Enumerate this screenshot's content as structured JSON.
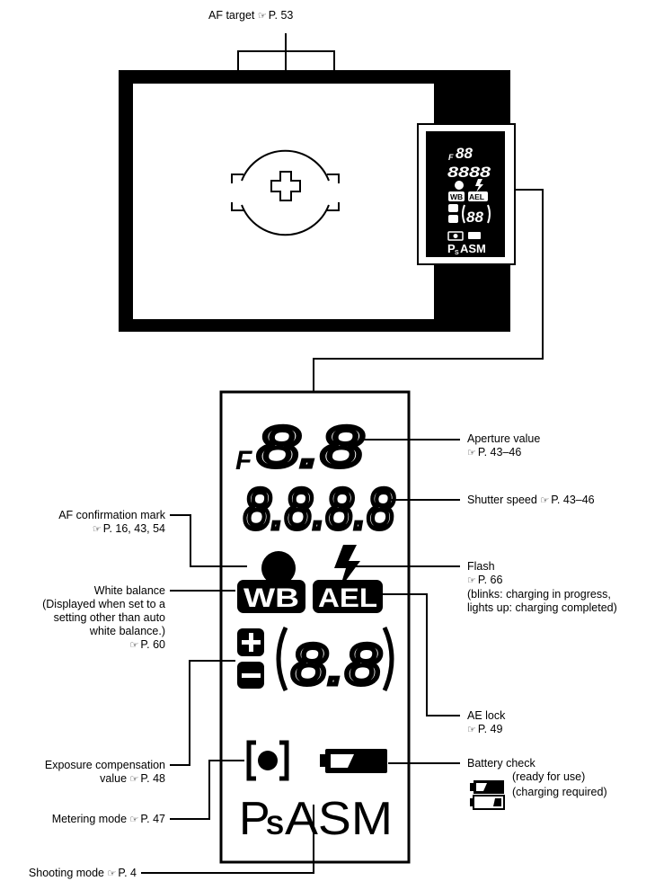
{
  "ref_symbol": "☞",
  "af_target": {
    "title": "AF target",
    "page": "P. 53"
  },
  "labels": {
    "aperture": {
      "title": "Aperture value",
      "page": "P. 43–46"
    },
    "shutter": {
      "title": "Shutter speed",
      "page": "P. 43–46"
    },
    "flash": {
      "title": "Flash",
      "page": "P. 66",
      "note1": "(blinks: charging in progress,",
      "note2": "lights up: charging completed)"
    },
    "ae_lock": {
      "title": "AE lock",
      "page": "P. 49"
    },
    "battery": {
      "title": "Battery check",
      "ready": "(ready for use)",
      "charging": "(charging required)"
    },
    "af_confirm": {
      "title": "AF confirmation mark",
      "page": "P. 16, 43, 54"
    },
    "white_balance": {
      "title": "White balance",
      "l2": "(Displayed when set to a",
      "l3": "setting other than auto",
      "l4": "white balance.)",
      "page": "P. 60"
    },
    "exposure": {
      "title": "Exposure compensation",
      "l2": "value",
      "page": "P. 48"
    },
    "metering": {
      "title": "Metering mode",
      "page": "P. 47"
    },
    "shooting": {
      "title": "Shooting mode",
      "page": "P. 4"
    }
  },
  "display": {
    "f_letter": "F",
    "aperture_digits": "8.8",
    "shutter_digits": "8.8.8.8",
    "exp_digits": "8.8",
    "wb": "WB",
    "ael": "AEL",
    "modes": "PSASM",
    "mode_p": "P",
    "mode_s": "S",
    "mode_rest": "ASM"
  }
}
